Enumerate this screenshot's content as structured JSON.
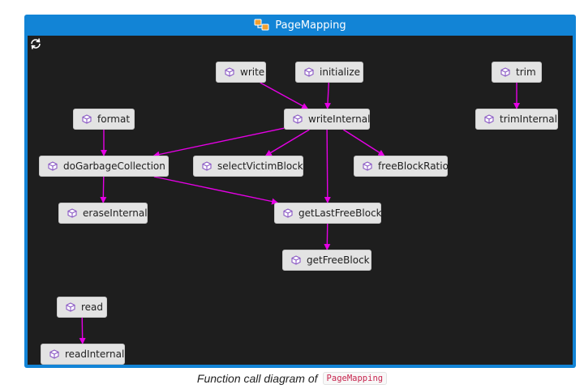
{
  "window": {
    "title": "PageMapping",
    "title_icon": "class-diagram-icon",
    "refresh_icon": "refresh-icon",
    "background": "#1e1e1e",
    "titlebar_color": "#1284d6"
  },
  "diagram": {
    "node_color": "#e3e3e3",
    "node_icon": "cube-icon",
    "edge_color": "#e600e6",
    "nodes": [
      {
        "id": "write",
        "label": "write"
      },
      {
        "id": "initialize",
        "label": "initialize"
      },
      {
        "id": "trim",
        "label": "trim"
      },
      {
        "id": "format",
        "label": "format"
      },
      {
        "id": "writeInternal",
        "label": "writeInternal"
      },
      {
        "id": "trimInternal",
        "label": "trimInternal"
      },
      {
        "id": "doGarbageCollection",
        "label": "doGarbageCollection"
      },
      {
        "id": "selectVictimBlock",
        "label": "selectVictimBlock"
      },
      {
        "id": "freeBlockRatio",
        "label": "freeBlockRatio"
      },
      {
        "id": "eraseInternal",
        "label": "eraseInternal"
      },
      {
        "id": "getLastFreeBlock",
        "label": "getLastFreeBlock"
      },
      {
        "id": "getFreeBlock",
        "label": "getFreeBlock"
      },
      {
        "id": "read",
        "label": "read"
      },
      {
        "id": "readInternal",
        "label": "readInternal"
      }
    ],
    "edges": [
      {
        "from": "write",
        "to": "writeInternal"
      },
      {
        "from": "initialize",
        "to": "writeInternal"
      },
      {
        "from": "trim",
        "to": "trimInternal"
      },
      {
        "from": "format",
        "to": "doGarbageCollection"
      },
      {
        "from": "writeInternal",
        "to": "doGarbageCollection"
      },
      {
        "from": "writeInternal",
        "to": "selectVictimBlock"
      },
      {
        "from": "writeInternal",
        "to": "freeBlockRatio"
      },
      {
        "from": "writeInternal",
        "to": "getLastFreeBlock"
      },
      {
        "from": "doGarbageCollection",
        "to": "eraseInternal"
      },
      {
        "from": "doGarbageCollection",
        "to": "getLastFreeBlock"
      },
      {
        "from": "getLastFreeBlock",
        "to": "getFreeBlock"
      },
      {
        "from": "read",
        "to": "readInternal"
      }
    ]
  },
  "caption": {
    "text": "Function call diagram of",
    "code": "PageMapping"
  }
}
